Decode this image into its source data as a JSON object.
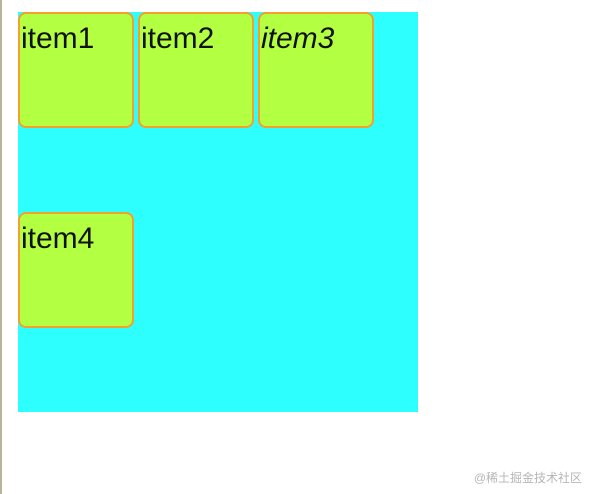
{
  "items": [
    {
      "label": "item1",
      "italic": false
    },
    {
      "label": "item2",
      "italic": false
    },
    {
      "label": "item3",
      "italic": true
    },
    {
      "label": "item4",
      "italic": false
    }
  ],
  "watermark": "@稀土掘金技术社区",
  "colors": {
    "container_background": "#2dffff",
    "item_background": "#b3ff42",
    "item_border": "#f3a12a"
  }
}
